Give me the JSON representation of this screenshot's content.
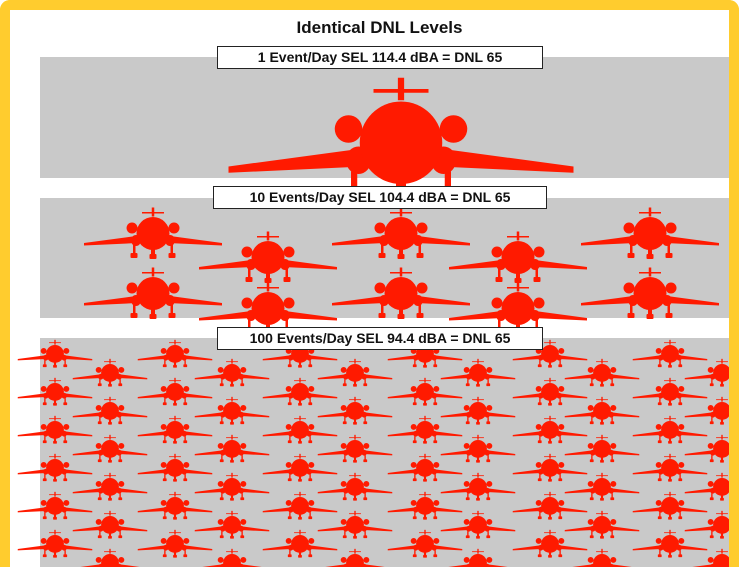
{
  "title": "Identical DNL Levels",
  "colors": {
    "background": "#ffffff",
    "frame": "#ffcc2e",
    "panel": "#c9c9c9",
    "aircraft": "#ff1a00",
    "label_border": "#222222"
  },
  "icon": "jet-airliner-front-icon",
  "panels": [
    {
      "events_per_day": 1,
      "label": "1 Event/Day SEL 114.4 dBA = DNL 65"
    },
    {
      "events_per_day": 10,
      "label": "10 Events/Day SEL 104.4 dBA = DNL 65"
    },
    {
      "events_per_day": 100,
      "label": "100 Events/Day SEL 94.4 dBA = DNL 65"
    }
  ]
}
